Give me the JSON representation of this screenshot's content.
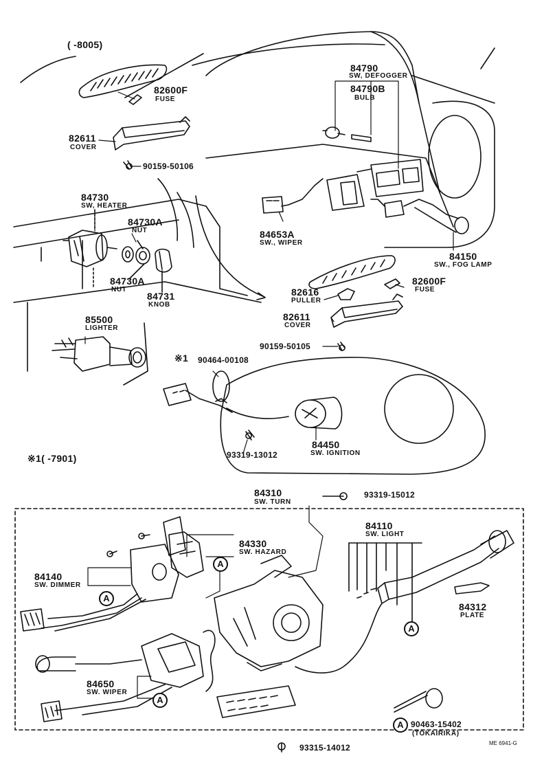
{
  "header_range": "(      -8005)",
  "footnote_range": "※1(        -7901)",
  "footnote_mark": "※1",
  "callout_letter": "A",
  "code": "ME  6941-G",
  "parts": [
    {
      "id": "82600F_a",
      "number": "82600F",
      "name": "FUSE"
    },
    {
      "id": "82611_a",
      "number": "82611",
      "name": "COVER"
    },
    {
      "id": "90159_a",
      "number": "90159-50106",
      "name": ""
    },
    {
      "id": "84790",
      "number": "84790",
      "name": "SW, DEFOGGER"
    },
    {
      "id": "84790B",
      "number": "84790B",
      "name": "BULB"
    },
    {
      "id": "84730",
      "number": "84730",
      "name": "SW, HEATER"
    },
    {
      "id": "84730A_a",
      "number": "84730A",
      "name": "NUT"
    },
    {
      "id": "84730A_b",
      "number": "84730A",
      "name": "NUT"
    },
    {
      "id": "84731",
      "number": "84731",
      "name": "KNOB"
    },
    {
      "id": "84653A",
      "number": "84653A",
      "name": "SW., WIPER"
    },
    {
      "id": "84150",
      "number": "84150",
      "name": "SW., FOG LAMP"
    },
    {
      "id": "82616",
      "number": "82616",
      "name": "PULLER"
    },
    {
      "id": "82600F_b",
      "number": "82600F",
      "name": "FUSE"
    },
    {
      "id": "82611_b",
      "number": "82611",
      "name": "COVER"
    },
    {
      "id": "90159_b",
      "number": "90159-50105",
      "name": ""
    },
    {
      "id": "85500",
      "number": "85500",
      "name": "LIGHTER"
    },
    {
      "id": "90464",
      "number": "90464-00108",
      "name": ""
    },
    {
      "id": "84450",
      "number": "84450",
      "name": "SW. IGNITION"
    },
    {
      "id": "93319_a",
      "number": "93319-13012",
      "name": ""
    },
    {
      "id": "84310",
      "number": "84310",
      "name": "SW. TURN"
    },
    {
      "id": "93319_b",
      "number": "93319-15012",
      "name": ""
    },
    {
      "id": "84330",
      "number": "84330",
      "name": "SW. HAZARD"
    },
    {
      "id": "84110",
      "number": "84110",
      "name": "SW. LIGHT"
    },
    {
      "id": "84140",
      "number": "84140",
      "name": "SW. DIMMER"
    },
    {
      "id": "84312",
      "number": "84312",
      "name": "PLATE"
    },
    {
      "id": "84650",
      "number": "84650",
      "name": "SW. WIPER"
    },
    {
      "id": "90463",
      "number": "90463-15402",
      "name": "(TOKAIRIKA)"
    },
    {
      "id": "93315",
      "number": "93315-14012",
      "name": ""
    }
  ]
}
